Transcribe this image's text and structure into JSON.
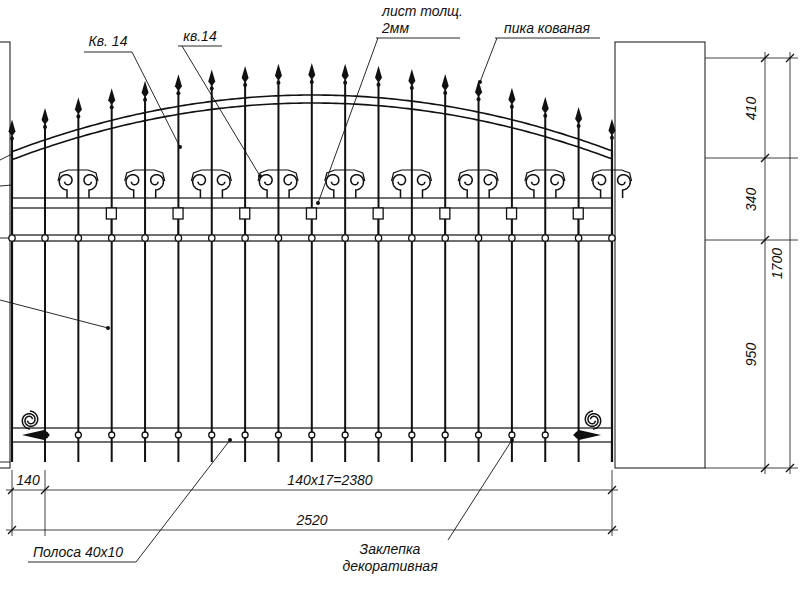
{
  "diagram": {
    "labels": [
      "Кв. 14",
      "кв.14",
      "лист толщ. 2мм",
      "пика кованая",
      "410",
      "340",
      "950",
      "1700",
      "140",
      "140х17=2380",
      "2520",
      "Полоса 40х10",
      "Заклепка декоративная"
    ]
  }
}
